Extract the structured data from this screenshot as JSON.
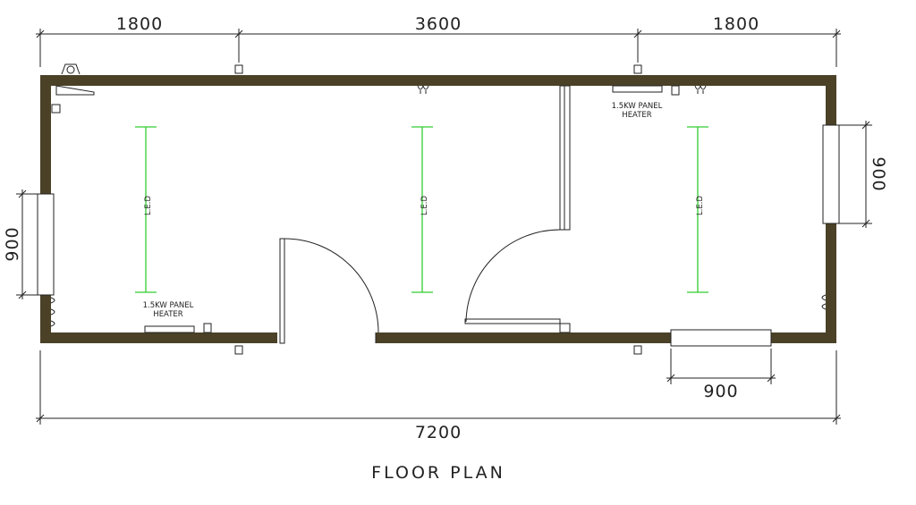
{
  "title": "FLOOR PLAN",
  "colors": {
    "wall": "#4a4127",
    "led": "#33cc33",
    "line": "#222222"
  },
  "dimensions": {
    "top": [
      "1800",
      "3600",
      "1800"
    ],
    "overall": "7200",
    "left_window": "900",
    "right_window": "900",
    "bottom_window": "900"
  },
  "heaters": [
    {
      "line1": "1.5KW PANEL",
      "line2": "HEATER"
    },
    {
      "line1": "1.5KW PANEL",
      "line2": "HEATER"
    }
  ],
  "led_labels": [
    "L.E.D",
    "L.E.D",
    "L.E.D"
  ]
}
